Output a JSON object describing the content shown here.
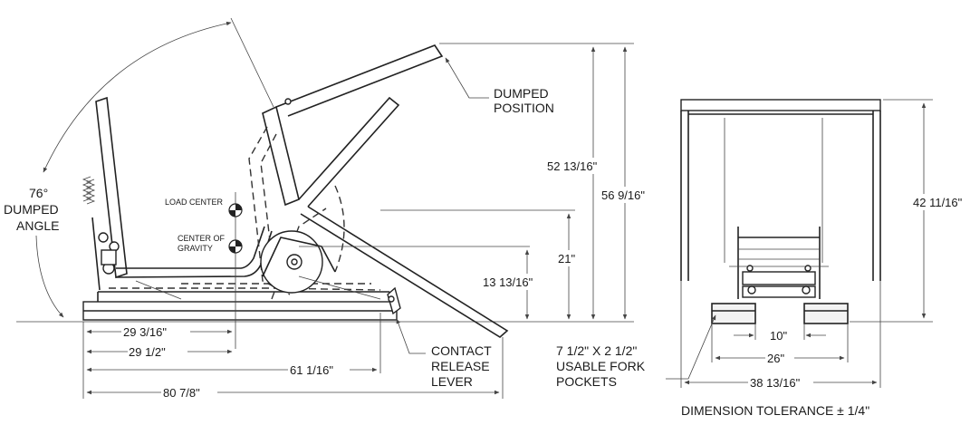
{
  "side_view": {
    "angle_value": "76°",
    "angle_label_1": "DUMPED",
    "angle_label_2": "ANGLE",
    "load_center": "LOAD CENTER",
    "center_of_gravity_1": "CENTER OF",
    "center_of_gravity_2": "GRAVITY",
    "dumped_position_1": "DUMPED",
    "dumped_position_2": "POSITION",
    "dim_52": "52 13/16\"",
    "dim_56": "56 9/16\"",
    "dim_21": "21\"",
    "dim_13": "13 13/16\"",
    "dim_29_3": "29 3/16\"",
    "dim_29_1": "29 1/2\"",
    "dim_61": "61 1/16\"",
    "dim_80": "80 7/8\"",
    "contact_1": "CONTACT",
    "contact_2": "RELEASE",
    "contact_3": "LEVER"
  },
  "front_view": {
    "fork_1": "7 1/2\" X 2 1/2\"",
    "fork_2": "USABLE FORK",
    "fork_3": "POCKETS",
    "dim_42": "42 11/16\"",
    "dim_10": "10\"",
    "dim_26": "26\"",
    "dim_38": "38 13/16\"",
    "tolerance": "DIMENSION TOLERANCE ± 1/4\""
  }
}
